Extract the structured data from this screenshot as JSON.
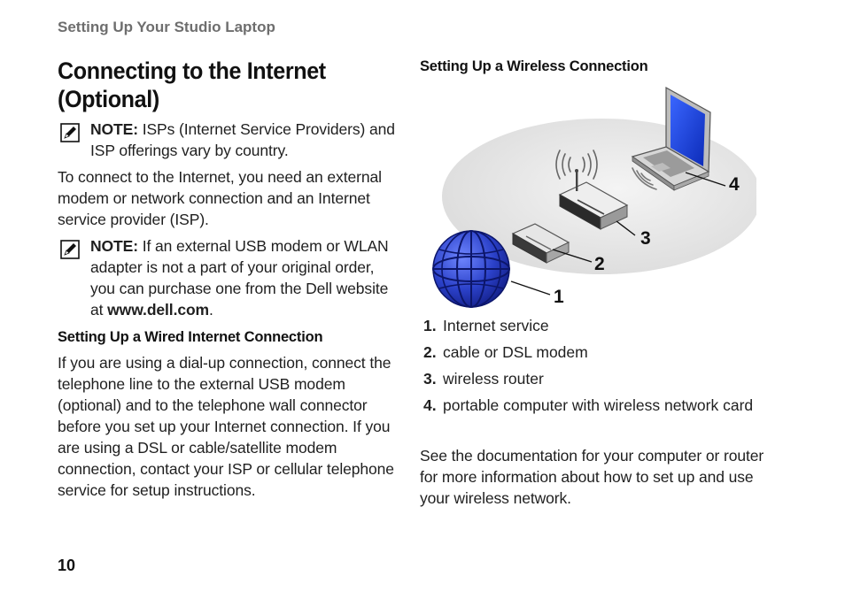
{
  "header": {
    "running_title": "Setting Up Your Studio Laptop"
  },
  "title": "Connecting to the Internet (Optional)",
  "left": {
    "note1": {
      "label": "NOTE:",
      "text": " ISPs (Internet Service Providers) and ISP offerings vary by country."
    },
    "intro": "To connect to the Internet, you need an external modem or network connection and an Internet service provider (ISP).",
    "note2": {
      "label": "NOTE:",
      "text_before": " If an external USB modem or WLAN adapter is not a part of your original order, you can purchase one from the Dell website at ",
      "link": "www.dell.com",
      "text_after": "."
    },
    "wired_heading": "Setting Up a Wired Internet Connection",
    "wired_text": "If you are using a dial-up connection, connect the telephone line to the external USB modem (optional) and to the telephone wall connector before you set up your Internet connection. If you are using a DSL or cable/satellite modem connection, contact your ISP or cellular telephone service for setup instructions."
  },
  "right": {
    "wireless_heading": "Setting Up a Wireless Connection",
    "callouts": [
      "1",
      "2",
      "3",
      "4"
    ],
    "legend": [
      {
        "num": "1.",
        "text": "Internet service"
      },
      {
        "num": "2.",
        "text": "cable or DSL modem"
      },
      {
        "num": "3.",
        "text": "wireless router"
      },
      {
        "num": "4.",
        "text": "portable computer with wireless network card"
      }
    ],
    "closing": "See the documentation for your computer or router for more information about how to set up and use your wireless network."
  },
  "footer": {
    "page_number": "10"
  },
  "icons": {
    "note": "pencil-note-icon",
    "globe": "globe-icon",
    "modem": "modem-icon",
    "router": "router-icon",
    "laptop": "laptop-icon",
    "wifi": "wifi-signal-icon"
  }
}
